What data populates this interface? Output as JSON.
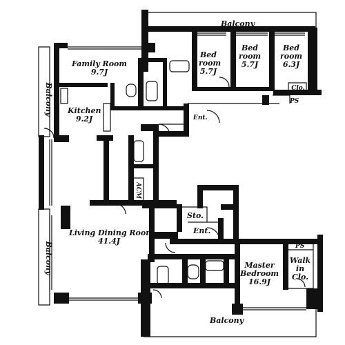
{
  "plan": {
    "balcony_top": "Balcony",
    "balcony_left_upper": "Balcony",
    "balcony_left_lower": "Balcony",
    "balcony_bottom": "Balcony",
    "family_room": {
      "name": "Family Room",
      "size": "9.7J"
    },
    "kitchen": {
      "name": "Kitchen",
      "size": "9.2J"
    },
    "bedroom_1": {
      "name_1": "Bed",
      "name_2": "room",
      "size": "5.7J"
    },
    "bedroom_2": {
      "name_1": "Bed",
      "name_2": "room",
      "size": "5.7J"
    },
    "bedroom_3": {
      "name_1": "Bed",
      "name_2": "room",
      "size": "6.3J"
    },
    "closet": "Clo.",
    "ps_upper": "PS",
    "ps_lower": "PS",
    "entrance_upper": "Ent.",
    "entrance_lower": "Ent.",
    "storage": "Sto.",
    "acm": "ACM",
    "living_dining": {
      "name": "Living Dining Room",
      "size": "41.4J"
    },
    "master_bedroom": {
      "name_1": "Master",
      "name_2": "Bedroom",
      "size": "16.9J"
    },
    "walk_in_closet": {
      "line_1": "Walk",
      "line_2": "in",
      "line_3": "Clo."
    }
  }
}
